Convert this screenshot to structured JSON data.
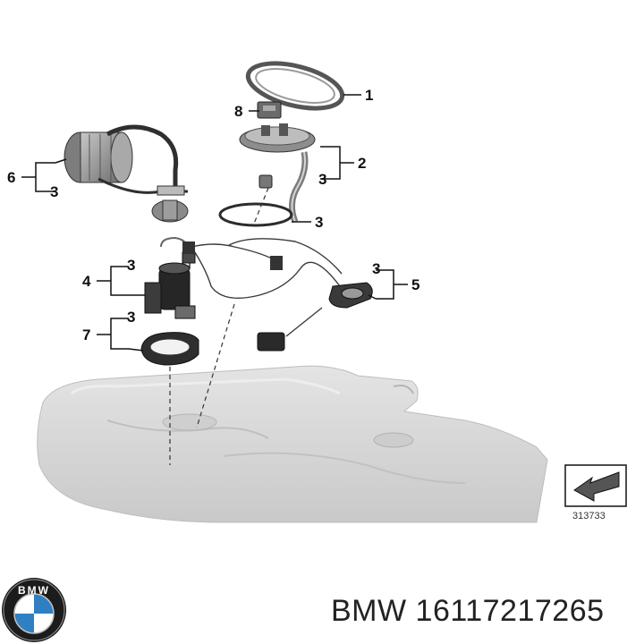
{
  "callouts": {
    "c1": "1",
    "c2": "2",
    "c3a": "3",
    "c3b": "3",
    "c3c": "3",
    "c3d": "3",
    "c3e": "3",
    "c3f": "3",
    "c4": "4",
    "c5": "5",
    "c6": "6",
    "c7": "7",
    "c8": "8"
  },
  "reference_code": "313733",
  "logo_text": "BMW",
  "footer": {
    "label": "BMW 16117217265"
  },
  "colors": {
    "line": "#222222",
    "tank": "#d4d4d4",
    "part": "#9a9a9a",
    "dark": "#3a3a3a"
  }
}
